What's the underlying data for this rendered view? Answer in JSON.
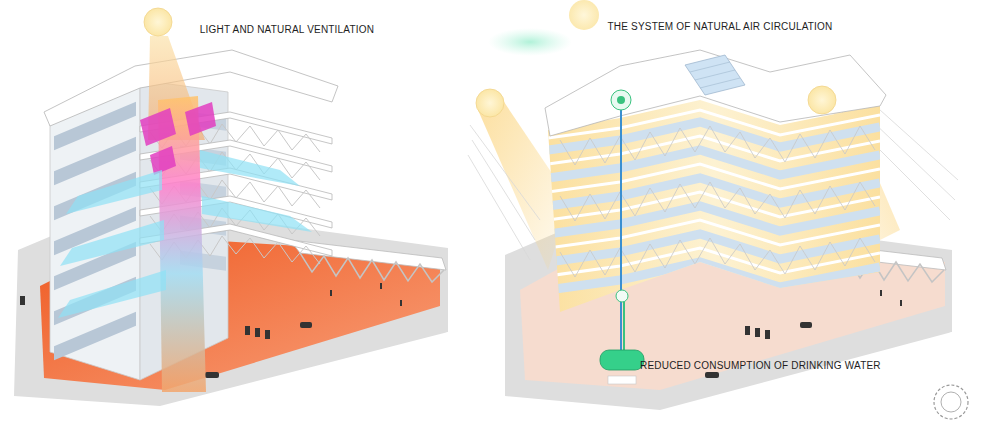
{
  "diagram": {
    "labels": [
      "LIGHT AND NATURAL VENTILATION",
      "THE SYSTEM OF NATURAL AIR CIRCULATION",
      "REDUCED CONSUMPTION OF DRINKING WATER"
    ]
  }
}
